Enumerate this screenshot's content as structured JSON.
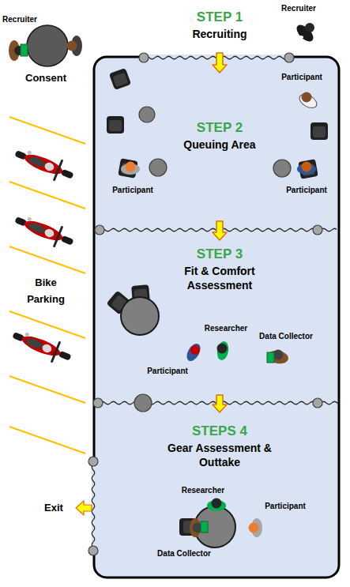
{
  "diagram": {
    "nodes": [
      {
        "text": [
          "STEP 1",
          "Recruiting"
        ]
      },
      {
        "text": [
          "STEP 2",
          "Queuing Area"
        ]
      },
      {
        "text": [
          "STEP 3",
          "Fit & Comfort Assessment"
        ]
      },
      {
        "text": [
          "STEPS 4",
          "Gear Assessment & Outtake"
        ]
      }
    ],
    "edges": [
      {
        "from": 0,
        "to": 1,
        "arrow": "to"
      },
      {
        "from": 1,
        "to": 2,
        "arrow": "to"
      },
      {
        "from": 2,
        "to": 3,
        "arrow": "to"
      }
    ],
    "labels": [
      "Recruiter",
      "Consent",
      "Recruiter",
      "Participant",
      "Participant",
      "Participant",
      "Researcher",
      "Participant",
      "Data Collector",
      "Bike Parking",
      "Researcher",
      "Participant",
      "Data Collector",
      "Exit"
    ]
  }
}
